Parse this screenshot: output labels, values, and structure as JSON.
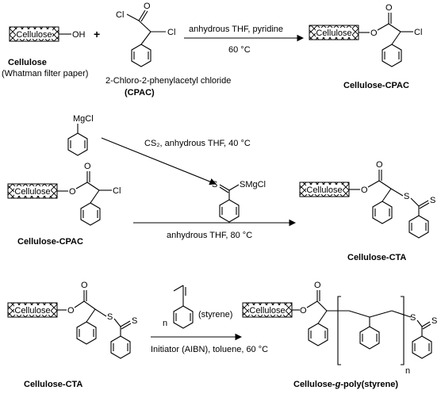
{
  "row1": {
    "cellulose_box": "Cellulose",
    "oh": "OH",
    "plus": "+",
    "cellulose_name": "Cellulose",
    "cellulose_note": "(Whatman filter paper)",
    "cpac_cl1": "Cl",
    "cpac_o": "O",
    "cpac_cl2": "Cl",
    "cpac_name": "2-Chloro-2-phenylacetyl chloride",
    "cpac_abbr": "(CPAC)",
    "arrow_top": "anhydrous THF, pyridine",
    "arrow_bottom": "60 °C",
    "product_box": "Cellulose",
    "product_o1": "O",
    "product_o2": "O",
    "product_cl": "Cl",
    "product_name": "Cellulose-CPAC"
  },
  "row2": {
    "mgcl": "MgCl",
    "arrow1_label": "CS₂, anhydrous THF, 40 °C",
    "dithio_s": "S",
    "dithio_smgcl": "SMgCl",
    "reactant_box": "Cellulose",
    "reactant_o1": "O",
    "reactant_o2": "O",
    "reactant_cl": "Cl",
    "reactant_name": "Cellulose-CPAC",
    "arrow2_label": "anhydrous THF, 80 °C",
    "product_box": "Cellulose",
    "product_o1": "O",
    "product_o2": "O",
    "product_s1": "S",
    "product_s2": "S",
    "product_name": "Cellulose-CTA"
  },
  "row3": {
    "reactant_box": "Cellulose",
    "reactant_o1": "O",
    "reactant_o2": "O",
    "reactant_s1": "S",
    "reactant_s2": "S",
    "reactant_name": "Cellulose-CTA",
    "n": "n",
    "styrene": "(styrene)",
    "arrow_label": "Initiator (AIBN),  toluene, 60 °C",
    "product_box": "Cellulose",
    "product_o1": "O",
    "product_o2": "O",
    "product_n": "n",
    "product_s1": "S",
    "product_s2": "S",
    "product_name_pre": "Cellulose-",
    "product_name_g": "g",
    "product_name_post": "-poly(styrene)"
  }
}
